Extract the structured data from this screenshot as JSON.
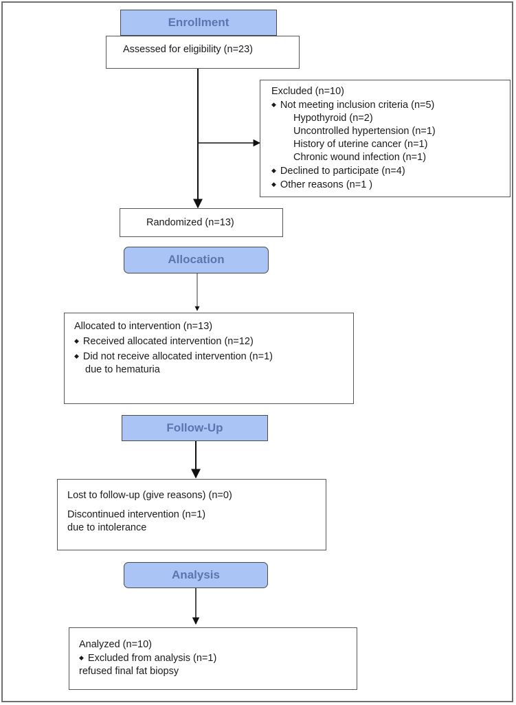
{
  "stages": {
    "enrollment": "Enrollment",
    "allocation": "Allocation",
    "follow_up": "Follow-Up",
    "analysis": "Analysis"
  },
  "assessed": "Assessed for eligibility (n=23)",
  "excluded": {
    "title": "Excluded (n=10)",
    "not_meeting": "Not meeting inclusion criteria (n=5)",
    "sub": [
      "Hypothyroid (n=2)",
      "Uncontrolled hypertension (n=1)",
      "History of uterine cancer (n=1)",
      "Chronic wound infection (n=1)"
    ],
    "declined": "Declined to participate (n=4)",
    "other": "Other reasons (n=1 )"
  },
  "randomized": "Randomized (n=13)",
  "allocated": {
    "title": "Allocated to intervention (n=13)",
    "received": "Received allocated intervention (n=12)",
    "not_received": "Did not receive allocated intervention (n=1)",
    "not_received_reason": "due to hematuria"
  },
  "followup": {
    "lost": "Lost to follow-up (give reasons) (n=0)",
    "discontinued": "Discontinued intervention (n=1)",
    "discontinued_reason": "due to intolerance"
  },
  "analyzed": {
    "title": "Analyzed (n=10)",
    "excluded": "Excluded from analysis (n=1)",
    "excluded_reason": "refused final fat biopsy"
  },
  "bullet_glyph": "◆"
}
